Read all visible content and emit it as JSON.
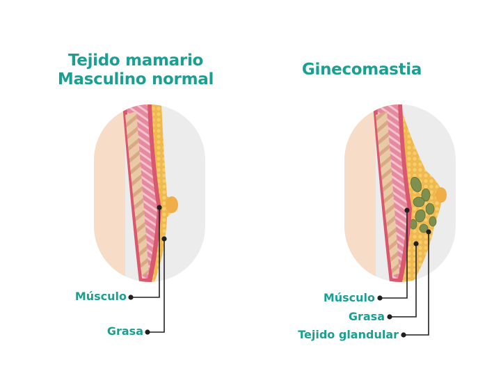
{
  "left_panel": {
    "title_line1": "Tejido mamario",
    "title_line2": "Masculino normal",
    "labels": {
      "muscle": "Músculo",
      "fat": "Grasa"
    }
  },
  "right_panel": {
    "title": "Ginecomastia",
    "labels": {
      "muscle": "Músculo",
      "fat": "Grasa",
      "glandular": "Tejido glandular"
    }
  },
  "colors": {
    "title_text": "#1a9f91",
    "muscle": "#e07a93",
    "fat": "#efb04a",
    "gland": "#7e8f4e",
    "skin": "#f7dcc7",
    "background_pill": "#ececec",
    "leader_line": "#1f1f1f"
  }
}
